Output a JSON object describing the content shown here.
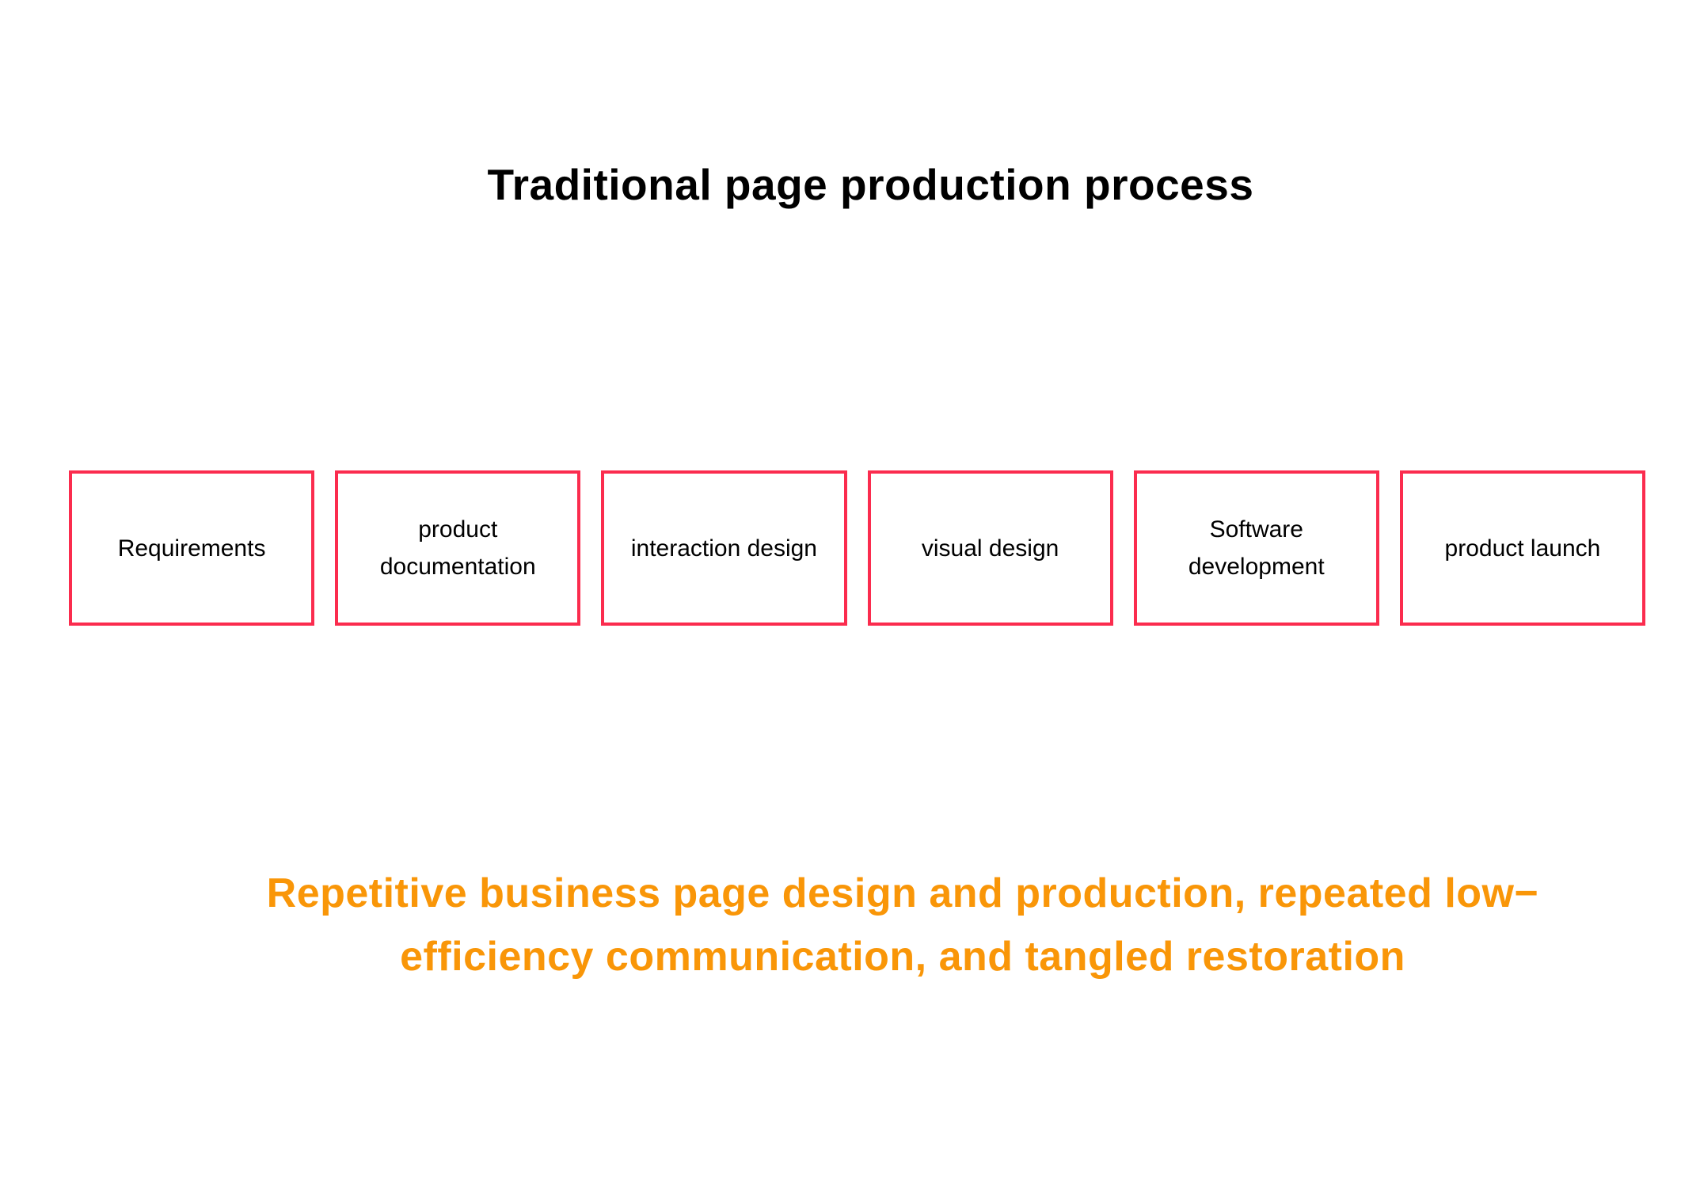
{
  "title": "Traditional page production process",
  "process": {
    "steps": [
      {
        "label": "Requirements"
      },
      {
        "label": "product documentation"
      },
      {
        "label": "interaction design"
      },
      {
        "label": "visual design"
      },
      {
        "label": "Software development"
      },
      {
        "label": "product launch"
      }
    ]
  },
  "caption": {
    "line1": "Repetitive business page design and production, repeated low−",
    "line2": "efficiency communication, and tangled restoration"
  },
  "colors": {
    "box_border": "#FB2C4E",
    "caption_text": "#F99608",
    "title_text": "#000000",
    "background": "#FFFFFF"
  }
}
